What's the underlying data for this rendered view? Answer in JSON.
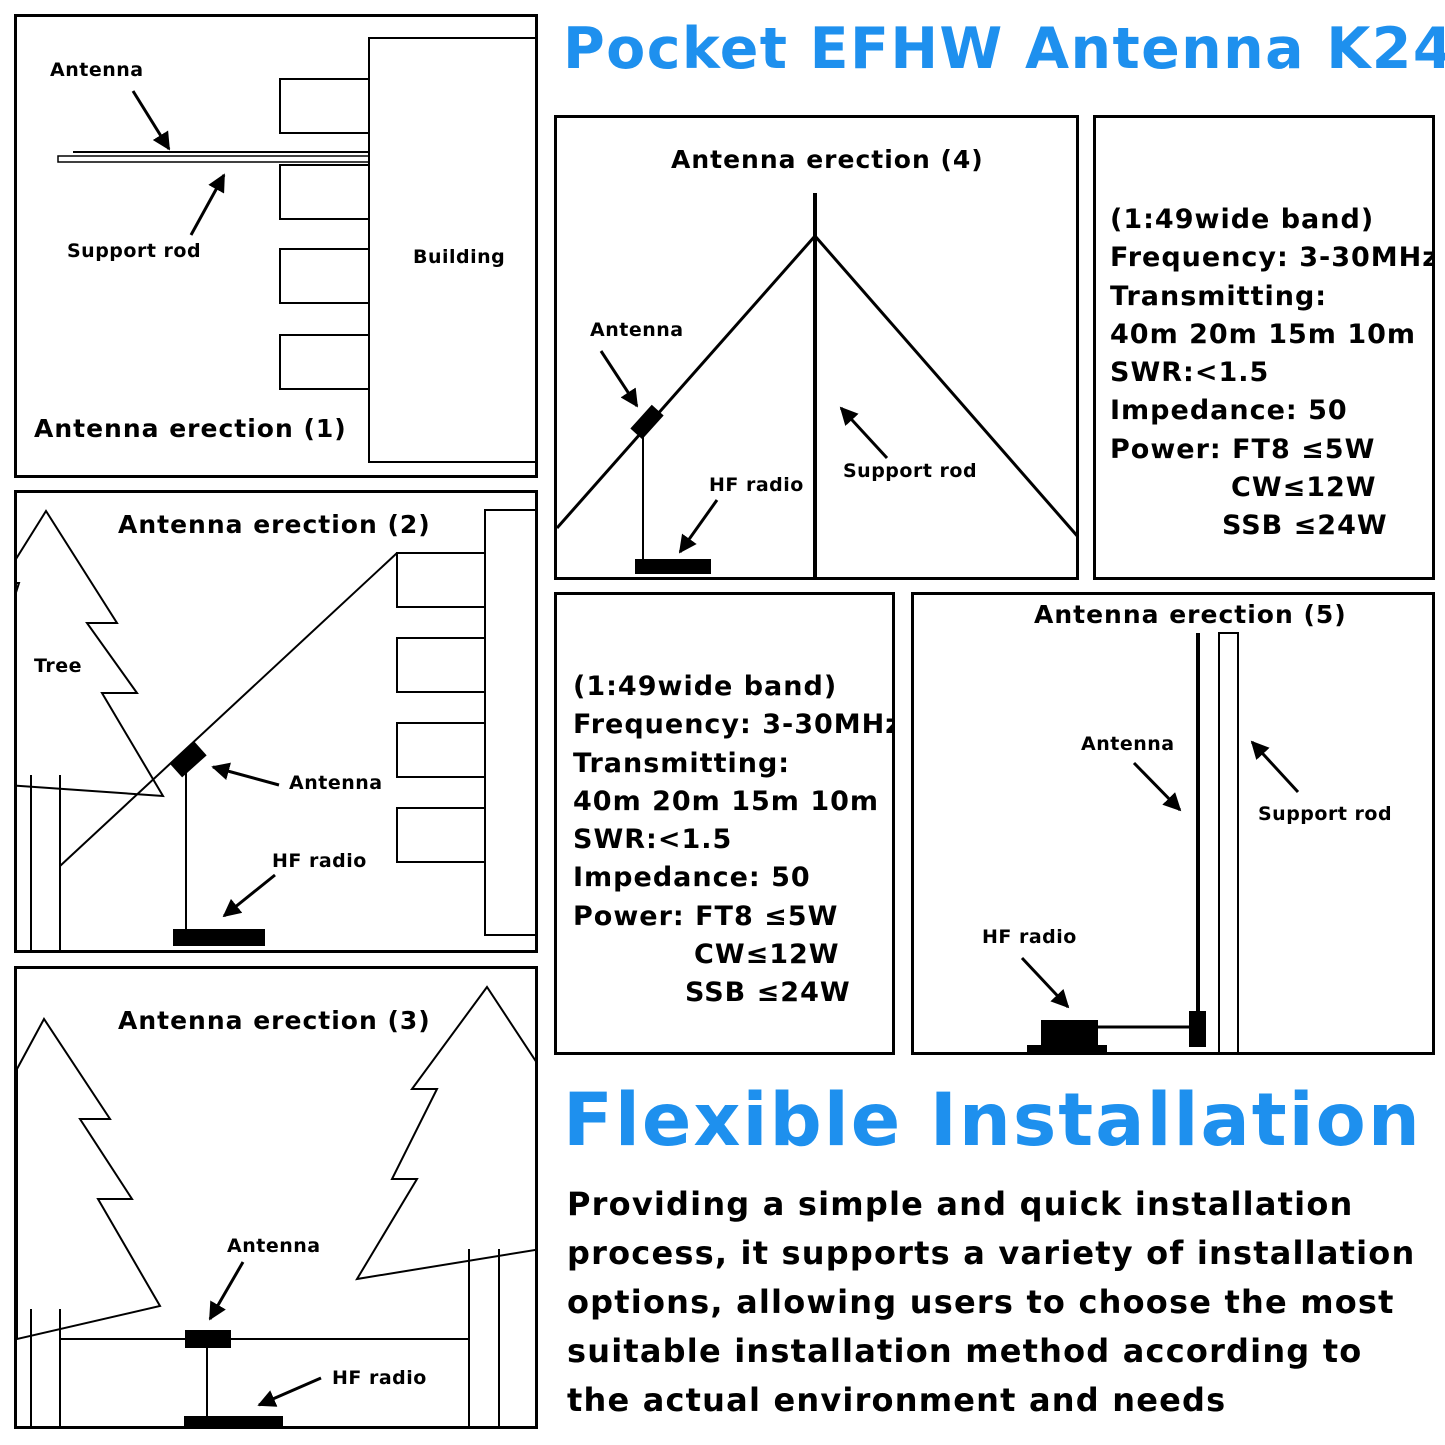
{
  "header": {
    "title": "Pocket EFHW Antenna K24",
    "accent_color": "#1e90ee"
  },
  "panel1": {
    "title": "Antenna erection (1)",
    "antenna": "Antenna",
    "support_rod": "Support rod",
    "building": "Building"
  },
  "panel2": {
    "title": "Antenna erection (2)",
    "tree": "Tree",
    "antenna": "Antenna",
    "hf_radio": "HF radio"
  },
  "panel3": {
    "title": "Antenna erection (3)",
    "antenna": "Antenna",
    "hf_radio": "HF radio"
  },
  "panel4": {
    "title": "Antenna erection (4)",
    "antenna": "Antenna",
    "support_rod": "Support rod",
    "hf_radio": "HF radio"
  },
  "panel5": {
    "title": "Antenna erection (5)",
    "antenna": "Antenna",
    "support_rod": "Support rod",
    "hf_radio": "HF radio"
  },
  "specs": {
    "band": "(1:49wide band)",
    "frequency": "Frequency: 3-30MHz",
    "transmitting_label": "Transmitting:",
    "transmitting_bands": "40m 20m 15m 10m",
    "swr": "SWR:<1.5",
    "impedance": "Impedance: 50",
    "power_ft8": "Power: FT8 ≤5W",
    "power_cw": "CW≤12W",
    "power_ssb": "SSB ≤24W"
  },
  "feature": {
    "headline": "Flexible Installation",
    "lines": [
      "Providing a simple and quick installation",
      "process, it supports a variety of installation",
      "options, allowing users to choose the most",
      "suitable installation method according to",
      "the actual environment and needs"
    ]
  }
}
